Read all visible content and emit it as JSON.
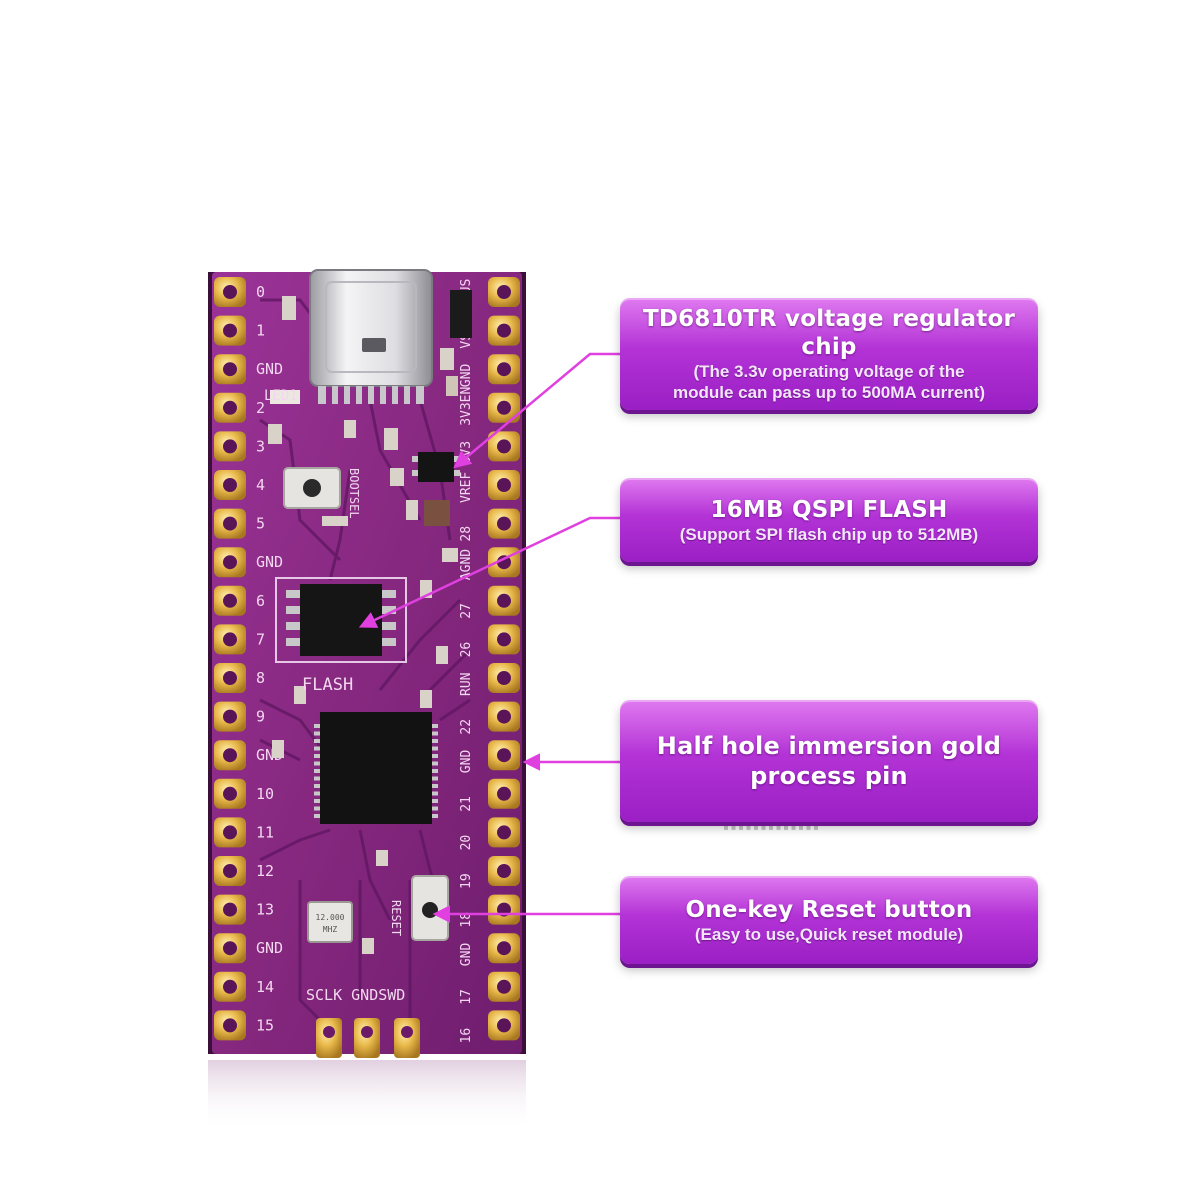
{
  "callouts": {
    "regulator": {
      "title": "TD6810TR voltage regulator chip",
      "line1": "(The 3.3v operating voltage of the",
      "line2": "module can pass up to 500MA current)"
    },
    "flash": {
      "title": "16MB QSPI FLASH",
      "line1": "(Support SPI flash chip up to 512MB)"
    },
    "pins": {
      "line1": "Half hole immersion gold",
      "line2": "process pin"
    },
    "reset": {
      "title": "One-key Reset button",
      "line1": "(Easy to use,Quick reset module)"
    }
  },
  "board": {
    "left_pins": [
      "0",
      "1",
      "GND",
      "2",
      "3",
      "4",
      "5",
      "GND",
      "6",
      "7",
      "8",
      "9",
      "GND",
      "10",
      "11",
      "12",
      "13",
      "GND",
      "14",
      "15"
    ],
    "right_pins": [
      "VBUS",
      "VSYS",
      "GND",
      "3V3EN",
      "3V3",
      "VREF",
      "28",
      "AGND",
      "27",
      "26",
      "RUN",
      "22",
      "GND",
      "21",
      "20",
      "19",
      "18",
      "GND",
      "17",
      "16"
    ],
    "labels": {
      "led": "LED1",
      "bootsel": "BOOTSEL",
      "flash": "FLASH",
      "reset": "RESET",
      "debug": "SCLK GNDSWD",
      "crystal_line1": "12.000",
      "crystal_line2": "MHZ"
    }
  },
  "colors": {
    "board": "#8a2a86",
    "board_dark": "#5e1660",
    "pad_gold": "#e8b84a",
    "callout": "#b333d6",
    "arrow": "#e040e0"
  }
}
